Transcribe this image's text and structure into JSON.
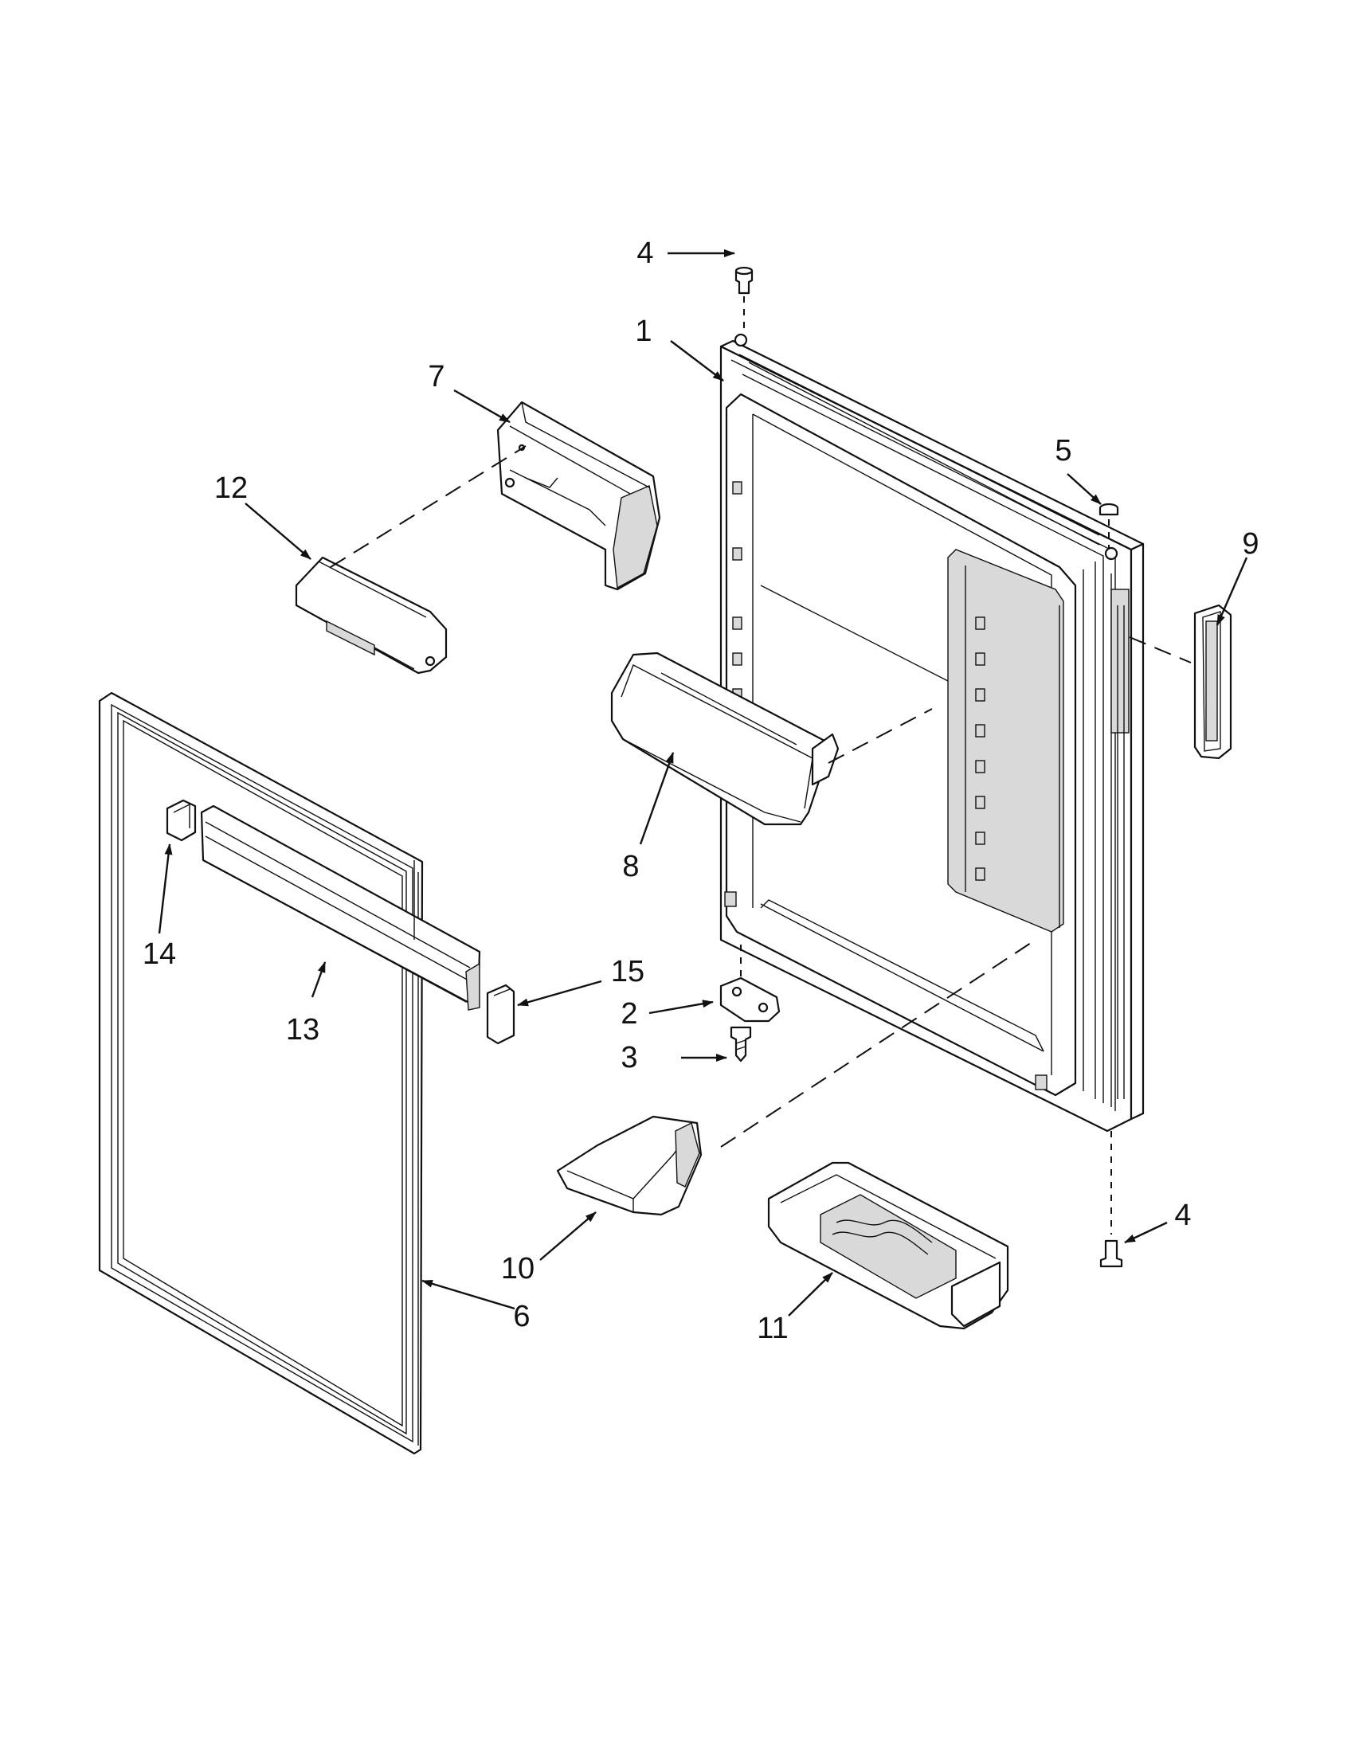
{
  "diagram": {
    "callouts": [
      {
        "id": "c1",
        "text": "1"
      },
      {
        "id": "c2",
        "text": "2"
      },
      {
        "id": "c3",
        "text": "3"
      },
      {
        "id": "c4a",
        "text": "4"
      },
      {
        "id": "c4b",
        "text": "4"
      },
      {
        "id": "c5",
        "text": "5"
      },
      {
        "id": "c6",
        "text": "6"
      },
      {
        "id": "c7",
        "text": "7"
      },
      {
        "id": "c8",
        "text": "8"
      },
      {
        "id": "c9",
        "text": "9"
      },
      {
        "id": "c10",
        "text": "10"
      },
      {
        "id": "c11",
        "text": "11"
      },
      {
        "id": "c12",
        "text": "12"
      },
      {
        "id": "c13",
        "text": "13"
      },
      {
        "id": "c14",
        "text": "14"
      },
      {
        "id": "c15",
        "text": "15"
      }
    ]
  }
}
